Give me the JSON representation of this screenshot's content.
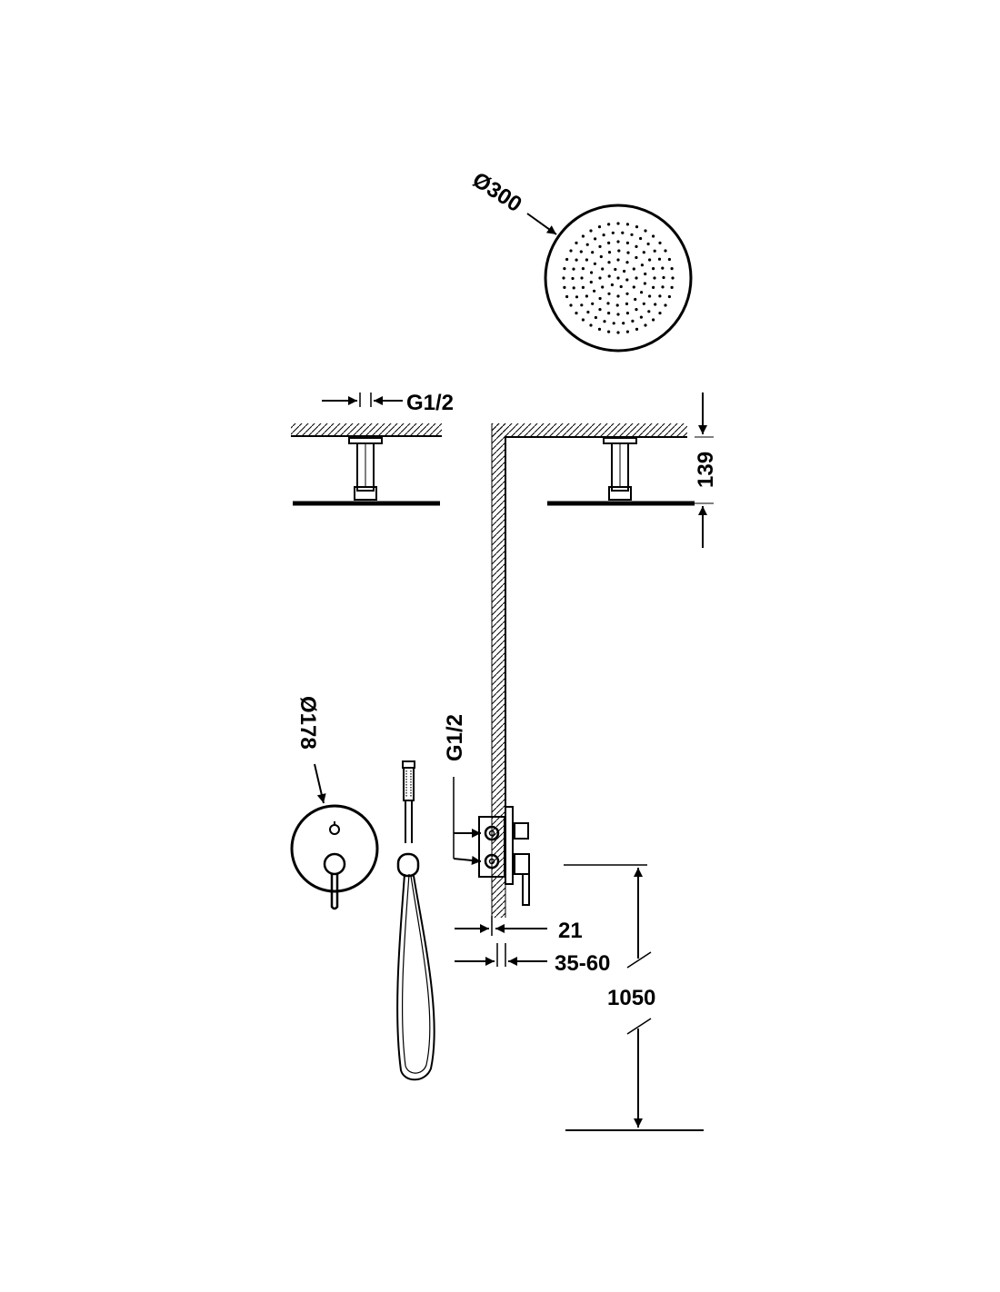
{
  "dimensions": {
    "head_diameter": "Ø300",
    "thread_top": "G1/2",
    "ceiling_height": "139",
    "plate_diameter": "Ø178",
    "thread_side": "G1/2",
    "depth_21": "21",
    "depth_range": "35-60",
    "height_1050": "1050"
  },
  "colors": {
    "line": "#000000",
    "background": "#ffffff"
  }
}
